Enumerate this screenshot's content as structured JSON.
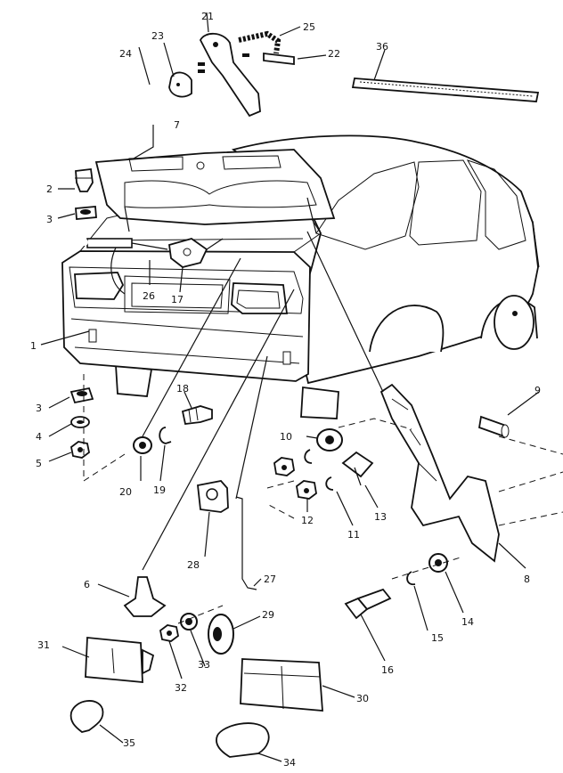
{
  "callouts": [
    {
      "id": "p1",
      "text": "1"
    },
    {
      "id": "p2",
      "text": "2"
    },
    {
      "id": "p3a",
      "text": "3"
    },
    {
      "id": "p3b",
      "text": "3"
    },
    {
      "id": "p4",
      "text": "4"
    },
    {
      "id": "p5",
      "text": "5"
    },
    {
      "id": "p6",
      "text": "6"
    },
    {
      "id": "p7",
      "text": "7"
    },
    {
      "id": "p8",
      "text": "8"
    },
    {
      "id": "p9",
      "text": "9"
    },
    {
      "id": "p10",
      "text": "10"
    },
    {
      "id": "p11",
      "text": "11"
    },
    {
      "id": "p12",
      "text": "12"
    },
    {
      "id": "p13",
      "text": "13"
    },
    {
      "id": "p14",
      "text": "14"
    },
    {
      "id": "p15",
      "text": "15"
    },
    {
      "id": "p16",
      "text": "16"
    },
    {
      "id": "p17",
      "text": "17"
    },
    {
      "id": "p18",
      "text": "18"
    },
    {
      "id": "p19",
      "text": "19"
    },
    {
      "id": "p20",
      "text": "20"
    },
    {
      "id": "p21",
      "text": "21"
    },
    {
      "id": "p22",
      "text": "22"
    },
    {
      "id": "p23",
      "text": "23"
    },
    {
      "id": "p24",
      "text": "24"
    },
    {
      "id": "p25",
      "text": "25"
    },
    {
      "id": "p26",
      "text": "26"
    },
    {
      "id": "p27",
      "text": "27"
    },
    {
      "id": "p28",
      "text": "28"
    },
    {
      "id": "p29",
      "text": "29"
    },
    {
      "id": "p30",
      "text": "30"
    },
    {
      "id": "p31",
      "text": "31"
    },
    {
      "id": "p32",
      "text": "32"
    },
    {
      "id": "p33",
      "text": "33"
    },
    {
      "id": "p34",
      "text": "34"
    },
    {
      "id": "p35",
      "text": "35"
    },
    {
      "id": "p36",
      "text": "36"
    }
  ]
}
